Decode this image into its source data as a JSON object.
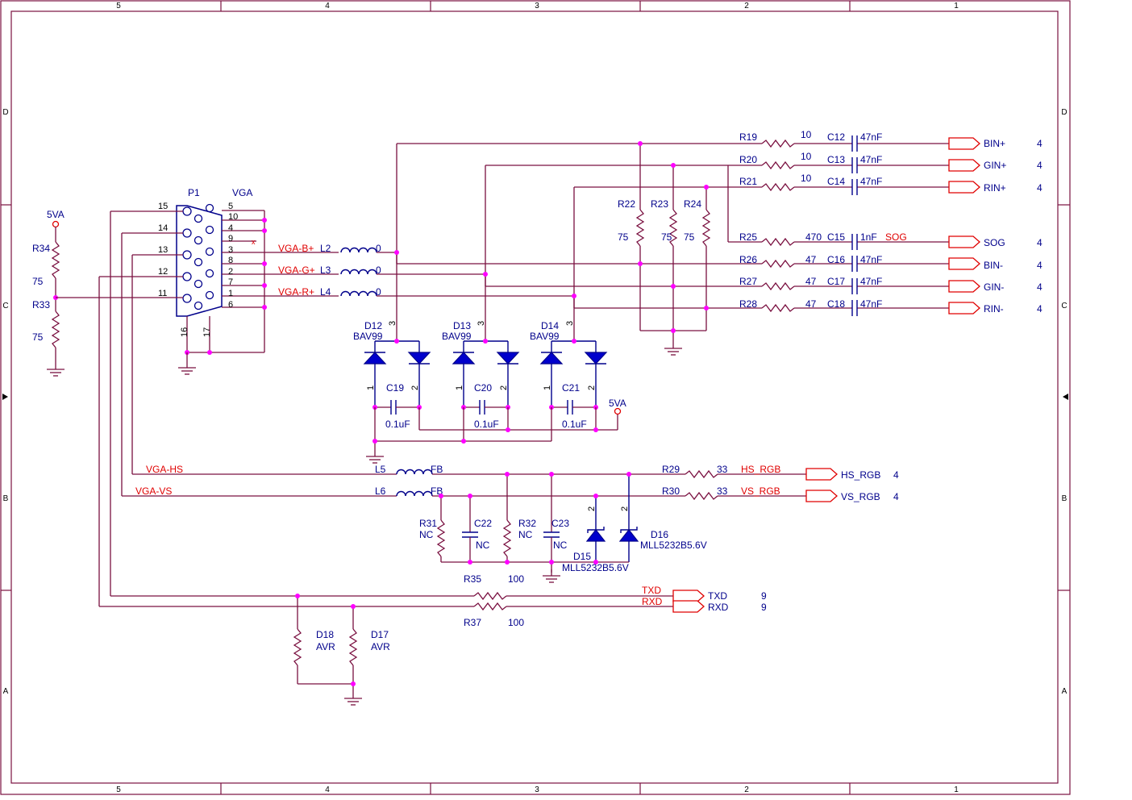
{
  "frame": {
    "columns": [
      "5",
      "4",
      "3",
      "2",
      "1"
    ],
    "rows": [
      "D",
      "C",
      "B",
      "A"
    ]
  },
  "connector": {
    "ref": "P1",
    "name": "VGA",
    "pins_left": [
      "15",
      "14",
      "13",
      "12",
      "11"
    ],
    "pins_right": [
      "5",
      "10",
      "4",
      "9",
      "3",
      "8",
      "2",
      "7",
      "1",
      "6"
    ],
    "pins_bottom": [
      "16",
      "17"
    ]
  },
  "power": {
    "left": "5VA",
    "diode_bias": "5VA"
  },
  "r34": {
    "ref": "R34",
    "val": "75"
  },
  "r33": {
    "ref": "R33",
    "val": "75"
  },
  "nets": {
    "vga_b": "VGA-B+",
    "vga_g": "VGA-G+",
    "vga_r": "VGA-R+",
    "vga_hs": "VGA-HS",
    "vga_vs": "VGA-VS",
    "sog": "SOG",
    "hs_rgb": "HS_RGB",
    "vs_rgb": "VS_RGB",
    "txd": "TXD",
    "rxd": "RXD"
  },
  "inductors": [
    {
      "ref": "L2",
      "val": "0"
    },
    {
      "ref": "L3",
      "val": "0"
    },
    {
      "ref": "L4",
      "val": "0"
    },
    {
      "ref": "L5",
      "val": "FB"
    },
    {
      "ref": "L6",
      "val": "FB"
    }
  ],
  "diodes": [
    {
      "ref": "D12",
      "val": "BAV99",
      "pin3": "3",
      "pin1": "1",
      "pin2": "2"
    },
    {
      "ref": "D13",
      "val": "BAV99",
      "pin3": "3",
      "pin1": "1",
      "pin2": "2"
    },
    {
      "ref": "D14",
      "val": "BAV99",
      "pin3": "3",
      "pin1": "1",
      "pin2": "2"
    }
  ],
  "caps_diode": [
    {
      "ref": "C19",
      "val": "0.1uF"
    },
    {
      "ref": "C20",
      "val": "0.1uF"
    },
    {
      "ref": "C21",
      "val": "0.1uF"
    }
  ],
  "term_res": [
    {
      "ref": "R22",
      "val": "75"
    },
    {
      "ref": "R23",
      "val": "75"
    },
    {
      "ref": "R24",
      "val": "75"
    }
  ],
  "outputs": [
    {
      "r": "R19",
      "rv": "10",
      "c": "C12",
      "cv": "47nF",
      "port": "BIN+",
      "sheet": "4"
    },
    {
      "r": "R20",
      "rv": "10",
      "c": "C13",
      "cv": "47nF",
      "port": "GIN+",
      "sheet": "4"
    },
    {
      "r": "R21",
      "rv": "10",
      "c": "C14",
      "cv": "47nF",
      "port": "RIN+",
      "sheet": "4"
    },
    {
      "r": "R25",
      "rv": "470",
      "c": "C15",
      "cv": "1nF",
      "port": "SOG",
      "sheet": "4"
    },
    {
      "r": "R26",
      "rv": "47",
      "c": "C16",
      "cv": "47nF",
      "port": "BIN-",
      "sheet": "4"
    },
    {
      "r": "R27",
      "rv": "47",
      "c": "C17",
      "cv": "47nF",
      "port": "GIN-",
      "sheet": "4"
    },
    {
      "r": "R28",
      "rv": "47",
      "c": "C18",
      "cv": "47nF",
      "port": "RIN-",
      "sheet": "4"
    }
  ],
  "sync": {
    "r29": {
      "ref": "R29",
      "val": "33",
      "port": "HS_RGB",
      "sheet": "4"
    },
    "r30": {
      "ref": "R30",
      "val": "33",
      "port": "VS_RGB",
      "sheet": "4"
    },
    "r31": {
      "ref": "R31",
      "val": "NC"
    },
    "c22": {
      "ref": "C22",
      "val": "NC"
    },
    "r32": {
      "ref": "R32",
      "val": "NC"
    },
    "c23": {
      "ref": "C23",
      "val": "NC"
    },
    "d15": {
      "ref": "D15",
      "val": "MLL5232B5.6V",
      "pin": "2"
    },
    "d16": {
      "ref": "D16",
      "val": "MLL5232B5.6V",
      "pin": "2"
    }
  },
  "uart": {
    "r35": {
      "ref": "R35",
      "val": "100"
    },
    "r37": {
      "ref": "R37",
      "val": "100"
    },
    "txd": {
      "port": "TXD",
      "sheet": "9"
    },
    "rxd": {
      "port": "RXD",
      "sheet": "9"
    },
    "d18": {
      "ref": "D18",
      "val": "AVR"
    },
    "d17": {
      "ref": "D17",
      "val": "AVR"
    }
  }
}
